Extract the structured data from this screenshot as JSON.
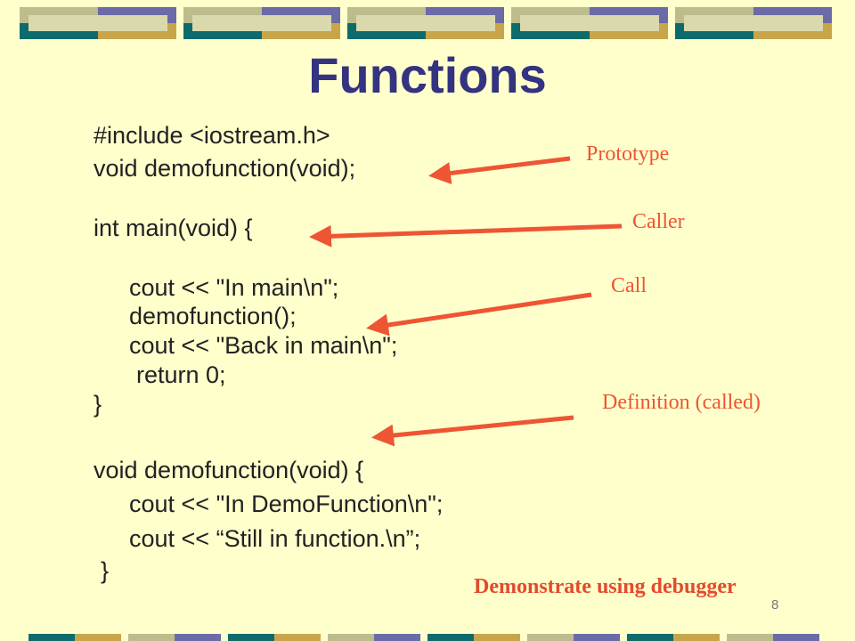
{
  "slide": {
    "title": "Functions",
    "page_number": "8",
    "code_lines": [
      "#include <iostream.h>",
      "void demofunction(void);",
      "int main(void) {",
      "cout << \"In main\\n\";",
      "demofunction();",
      "cout << \"Back in main\\n\";",
      "return 0;",
      "}",
      "void demofunction(void) {",
      "cout << \"In DemoFunction\\n\";",
      "cout << “Still in function.\\n”;",
      "}"
    ],
    "annotations": {
      "prototype": "Prototype",
      "caller": "Caller",
      "call": "Call",
      "definition": "Definition (called)",
      "demonstrate": "Demonstrate using debugger"
    }
  },
  "colors": {
    "background": "#ffffcc",
    "title": "#333380",
    "annotation": "#ee5533",
    "band_olive": "#bcbc8c",
    "band_purple": "#6b6ba8",
    "band_teal": "#0d6b6b",
    "band_gold": "#c9a54a"
  }
}
